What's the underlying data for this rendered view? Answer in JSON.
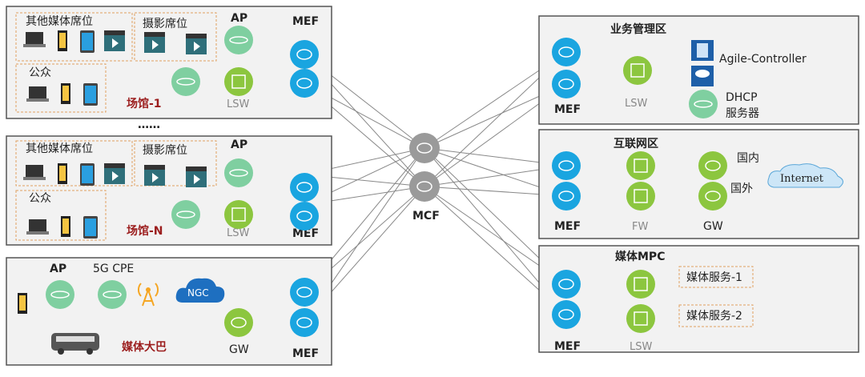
{
  "colors": {
    "mef": "#1aa5e0",
    "mcf": "#9a9a9a",
    "lsw": "#8cc63f",
    "ap": "#7fcfa0",
    "title_red": "#9b1c1c"
  },
  "venue1": {
    "name": "场馆-1",
    "group_media": "其他媒体席位",
    "group_photo": "摄影席位",
    "group_public": "公众",
    "ap": "AP",
    "mef": "MEF",
    "lsw": "LSW"
  },
  "ellipsis": "……",
  "venueN": {
    "name": "场馆-N",
    "group_media": "其他媒体席位",
    "group_photo": "摄影席位",
    "group_public": "公众",
    "ap": "AP",
    "mef": "MEF",
    "lsw": "LSW"
  },
  "bus": {
    "name": "媒体大巴",
    "ap": "AP",
    "cpe": "5G CPE",
    "ngc": "NGC",
    "gw": "GW",
    "mef": "MEF"
  },
  "core": {
    "mcf": "MCF"
  },
  "mgmt": {
    "title": "业务管理区",
    "mef": "MEF",
    "lsw": "LSW",
    "agile": "Agile-Controller",
    "dhcp_line1": "DHCP",
    "dhcp_line2": "服务器"
  },
  "internet": {
    "title": "互联网区",
    "mef": "MEF",
    "fw": "FW",
    "gw": "GW",
    "domestic": "国内",
    "foreign": "国外",
    "cloud": "Internet"
  },
  "mpc": {
    "title": "媒体MPC",
    "mef": "MEF",
    "lsw": "LSW",
    "svc1": "媒体服务-1",
    "svc2": "媒体服务-2"
  }
}
